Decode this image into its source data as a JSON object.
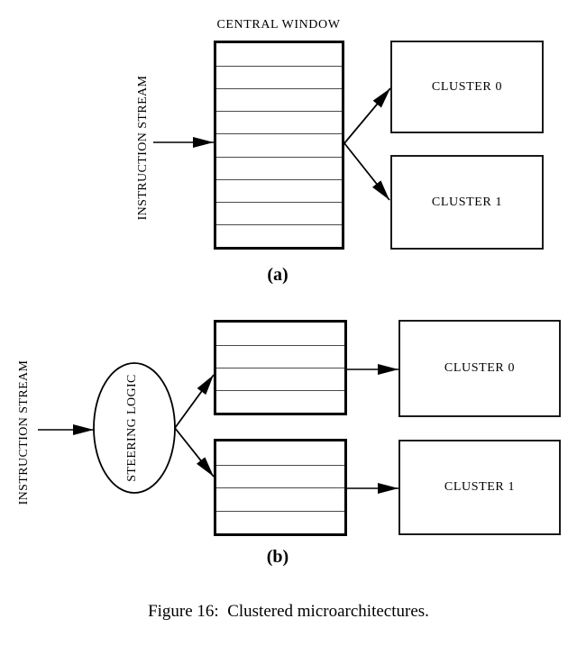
{
  "figure": {
    "caption": "Figure 16:  Clustered microarchitectures.",
    "parts": {
      "a": "(a)",
      "b": "(b)"
    }
  },
  "part_a": {
    "window_title": "CENTRAL WINDOW",
    "input_label": "INSTRUCTION STREAM",
    "window_rows": 9,
    "clusters": [
      {
        "label": "CLUSTER 0"
      },
      {
        "label": "CLUSTER 1"
      }
    ]
  },
  "part_b": {
    "input_label": "INSTRUCTION STREAM",
    "steering_label": "STEERING LOGIC",
    "window_rows": 4,
    "clusters": [
      {
        "label": "CLUSTER 0"
      },
      {
        "label": "CLUSTER 1"
      }
    ]
  },
  "colors": {
    "ink": "#000000",
    "row_line": "#4a4a4a",
    "background": "#ffffff"
  }
}
